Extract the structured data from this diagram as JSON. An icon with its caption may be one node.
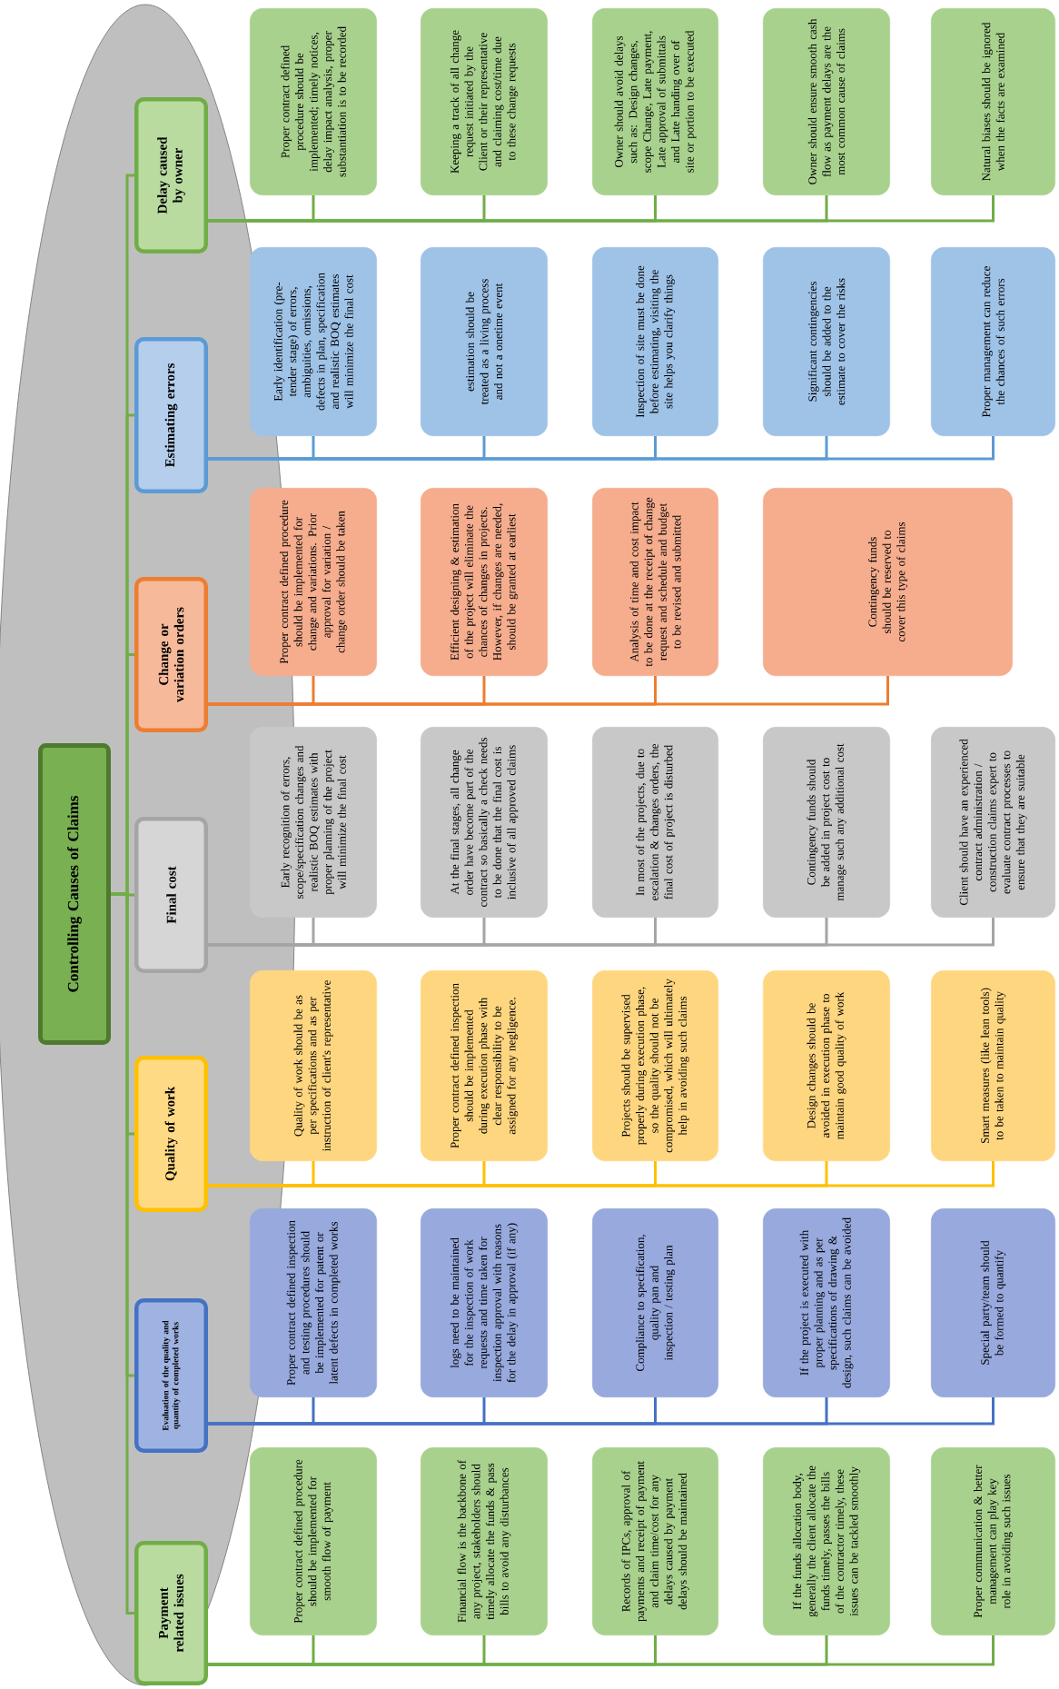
{
  "diagram": {
    "nodes": [
      {
        "text": [
          "Controlling Causes of Claims"
        ]
      },
      {
        "text": [
          "Delay caused by owner"
        ]
      },
      {
        "text": [
          "Proper contract defined procedure should be implemented; timely notices, delay impact analysis, proper substantiation is to be recorded"
        ]
      },
      {
        "text": [
          "Keeping a track of all change request initiated by the Client or their representative and claiming cost/time due to these change requests"
        ]
      },
      {
        "text": [
          "Owner should avoid delays such as: Design changes, scope Change, Late payment, Late approval of submittals and Late handing over of site or portion to be executed"
        ]
      },
      {
        "text": [
          "Owner should ensure smooth cash flow as payment delays are the most common cause of claims"
        ]
      },
      {
        "text": [
          "Natural biases should be ignored when the facts are examined"
        ]
      },
      {
        "text": [
          "Estimating errors"
        ]
      },
      {
        "text": [
          "Early identification (pre-tender stage) of errors, ambiguities, omissions, defects in plan, specification and realistic BOQ estimates will minimize the final cost"
        ]
      },
      {
        "text": [
          "estimation should be treated as a living process and not a onetime event"
        ]
      },
      {
        "text": [
          "Inspection of site must be done before estimating, visiting the site helps you clarify things"
        ]
      },
      {
        "text": [
          "Significant contingencies should be added to the estimate to cover the risks"
        ]
      },
      {
        "text": [
          "Proper management can reduce the chances of such errors"
        ]
      },
      {
        "text": [
          "Change or variation orders"
        ]
      },
      {
        "text": [
          "Proper contract defined procedure should be implemented for change and variations. Prior approval for variation / change order should be taken"
        ]
      },
      {
        "text": [
          "Efficient designing & estimation of the project will eliminate the chances of changes in projects. However, if changes are needed, should be granted at earliest"
        ]
      },
      {
        "text": [
          "Analysis of time and cost impact to be done at the receipt of change request and schedule and budget to be revised and submitted"
        ]
      },
      {
        "text": [
          "Contingency funds should be reserved to cover this type of claims"
        ]
      },
      {
        "text": [
          "Final cost"
        ]
      },
      {
        "text": [
          "Early recognition of errors, scope/specification changes and realistic BOQ estimates with proper planning of the project will minimize the final cost"
        ]
      },
      {
        "text": [
          "At the final stages, all change order have become part of the contract so basically a check needs to be done that the final cost is inclusive of all approved claims"
        ]
      },
      {
        "text": [
          "In most of the projects, due to escalation & changes orders, the final cost of project is disturbed"
        ]
      },
      {
        "text": [
          "Contingency funds should be added in project cost to manage such any additional cost"
        ]
      },
      {
        "text": [
          "Client should have an experienced contract administration / construction claims expert to evaluate contract processes to ensure that they are suitable"
        ]
      },
      {
        "text": [
          "Quality of work"
        ]
      },
      {
        "text": [
          "Quality of work should be as per specifications and as per instruction of client's representative"
        ]
      },
      {
        "text": [
          "Proper contract defined inspection should be implemented during execution phase with clear responsibility to be assigned for any negligence."
        ]
      },
      {
        "text": [
          "Projects should be supervised properly during execution phase, so the quality should not be compromised, which will ultimately help in avoiding such claims"
        ]
      },
      {
        "text": [
          "Design changes should be avoided in execution phase to maintain good quality of work"
        ]
      },
      {
        "text": [
          "Smart measures (like lean tools) to be taken to maintain quality"
        ]
      },
      {
        "text": [
          "Evaluation of the quality and quantity of completed works"
        ]
      },
      {
        "text": [
          "Proper contract defined inspection and testing procedures should be implemented for patent or latent defects in completed works"
        ]
      },
      {
        "text": [
          "logs need to be maintained for the inspection of work requests and time taken for inspection approval with reasons for the delay in approval (if any)"
        ]
      },
      {
        "text": [
          "Compliance to specification, quality pan and inspection / testing plan"
        ]
      },
      {
        "text": [
          "If the project is executed with proper planning and as per specifications of drawing & design, such claims can be avoided"
        ]
      },
      {
        "text": [
          "Special party/team should be formed to quantify"
        ]
      },
      {
        "text": [
          "Payment related issues"
        ]
      },
      {
        "text": [
          "Proper contract defined procedure should be implemented for smooth flow of payment"
        ]
      },
      {
        "text": [
          "Financial flow is the backbone of any project, stakeholders should timely allocate the funds & pass bills to avoid any disturbances"
        ]
      },
      {
        "text": [
          "Records of IPCs, approval of payments and receipt of payment and claim time/cost for any delays caused by payment delays should be maintained"
        ]
      },
      {
        "text": [
          "If the funds allocation body, generally the client allocate the funds timely, passes the bills of the contractor timely, these issues can be tackled smoothly"
        ]
      },
      {
        "text": [
          "Proper communication & better management can play key role in avoiding such issues"
        ]
      }
    ],
    "edges": [
      {
        "from": 0,
        "to": 1,
        "arrow": "none"
      },
      {
        "from": 0,
        "to": 7,
        "arrow": "none"
      },
      {
        "from": 0,
        "to": 13,
        "arrow": "none"
      },
      {
        "from": 0,
        "to": 18,
        "arrow": "none"
      },
      {
        "from": 0,
        "to": 24,
        "arrow": "none"
      },
      {
        "from": 0,
        "to": 30,
        "arrow": "none"
      },
      {
        "from": 0,
        "to": 36,
        "arrow": "none"
      },
      {
        "from": 1,
        "to": 2,
        "arrow": "none"
      },
      {
        "from": 1,
        "to": 3,
        "arrow": "none"
      },
      {
        "from": 1,
        "to": 4,
        "arrow": "none"
      },
      {
        "from": 1,
        "to": 5,
        "arrow": "none"
      },
      {
        "from": 1,
        "to": 6,
        "arrow": "none"
      },
      {
        "from": 7,
        "to": 8,
        "arrow": "none",
        "color": "#5b9bd5"
      },
      {
        "from": 7,
        "to": 9,
        "arrow": "none",
        "color": "#5b9bd5"
      },
      {
        "from": 7,
        "to": 10,
        "arrow": "none",
        "color": "#5b9bd5"
      },
      {
        "from": 7,
        "to": 11,
        "arrow": "none",
        "color": "#5b9bd5"
      },
      {
        "from": 7,
        "to": 12,
        "arrow": "none",
        "color": "#5b9bd5"
      },
      {
        "from": 13,
        "to": 14,
        "arrow": "none",
        "color": "#ed7d31"
      },
      {
        "from": 13,
        "to": 15,
        "arrow": "none",
        "color": "#ed7d31"
      },
      {
        "from": 13,
        "to": 16,
        "arrow": "none",
        "color": "#ed7d31"
      },
      {
        "from": 13,
        "to": 17,
        "arrow": "none",
        "color": "#ed7d31"
      },
      {
        "from": 18,
        "to": 19,
        "arrow": "none",
        "color": "#a5a5a5"
      },
      {
        "from": 18,
        "to": 20,
        "arrow": "none",
        "color": "#a5a5a5"
      },
      {
        "from": 18,
        "to": 21,
        "arrow": "none",
        "color": "#a5a5a5"
      },
      {
        "from": 18,
        "to": 22,
        "arrow": "none",
        "color": "#a5a5a5"
      },
      {
        "from": 18,
        "to": 23,
        "arrow": "none",
        "color": "#a5a5a5"
      },
      {
        "from": 24,
        "to": 25,
        "arrow": "none",
        "color": "#ffc000"
      },
      {
        "from": 24,
        "to": 26,
        "arrow": "none",
        "color": "#ffc000"
      },
      {
        "from": 24,
        "to": 27,
        "arrow": "none",
        "color": "#ffc000"
      },
      {
        "from": 24,
        "to": 28,
        "arrow": "none",
        "color": "#ffc000"
      },
      {
        "from": 24,
        "to": 29,
        "arrow": "none",
        "color": "#ffc000"
      },
      {
        "from": 30,
        "to": 31,
        "arrow": "none",
        "color": "#4472c4"
      },
      {
        "from": 30,
        "to": 32,
        "arrow": "none",
        "color": "#4472c4"
      },
      {
        "from": 30,
        "to": 33,
        "arrow": "none",
        "color": "#4472c4"
      },
      {
        "from": 30,
        "to": 34,
        "arrow": "none",
        "color": "#4472c4"
      },
      {
        "from": 30,
        "to": 35,
        "arrow": "none",
        "color": "#4472c4"
      },
      {
        "from": 36,
        "to": 37,
        "arrow": "none"
      },
      {
        "from": 36,
        "to": 38,
        "arrow": "none"
      },
      {
        "from": 36,
        "to": 39,
        "arrow": "none"
      },
      {
        "from": 36,
        "to": 40,
        "arrow": "none"
      },
      {
        "from": 36,
        "to": 41,
        "arrow": "none"
      }
    ]
  }
}
